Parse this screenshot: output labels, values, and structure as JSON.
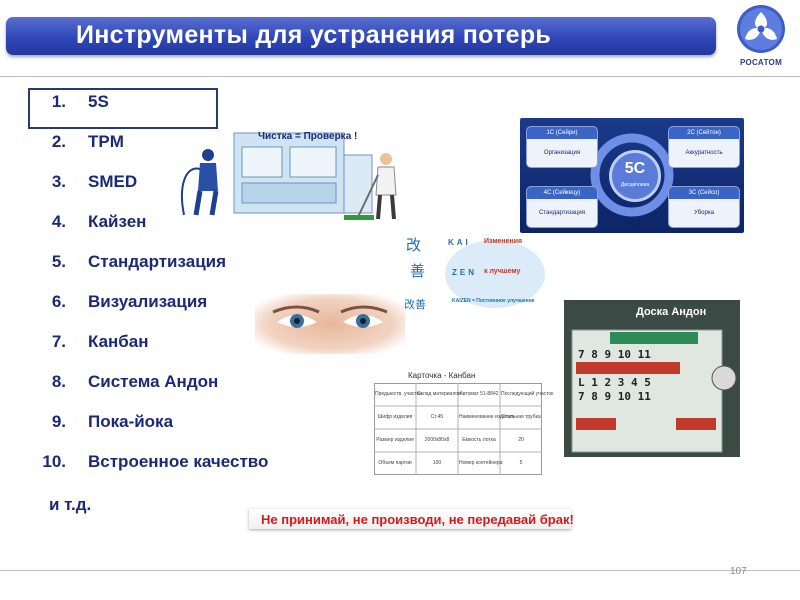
{
  "header": {
    "title": "Инструменты для устранения потерь"
  },
  "logo": {
    "text": "РОСАТОМ"
  },
  "tools": [
    {
      "num": "1.",
      "label": "5S"
    },
    {
      "num": "2.",
      "label": "TPM"
    },
    {
      "num": "3.",
      "label": "SMED"
    },
    {
      "num": "4.",
      "label": "Кайзен"
    },
    {
      "num": "5.",
      "label": "Стандартизация"
    },
    {
      "num": "6.",
      "label": "Визуализация"
    },
    {
      "num": "7.",
      "label": "Канбан"
    },
    {
      "num": "8.",
      "label": "Система Андон"
    },
    {
      "num": "9.",
      "label": "Пока-йока"
    },
    {
      "num": "10.",
      "label": "Встроенное качество"
    }
  ],
  "etc": "и т.д.",
  "cleaning_banner": "Чистка = Проверка !",
  "five_s": {
    "center": "5С",
    "center_sub": "Дисциплина",
    "boxes": [
      {
        "head": "1С (Сейри)",
        "body": "Организация"
      },
      {
        "head": "2С (Сейтон)",
        "body": "Аккуратность"
      },
      {
        "head": "4С (Сейкецу)",
        "body": "Стандартизация"
      },
      {
        "head": "3С (Сейсо)",
        "body": "Уборка"
      }
    ]
  },
  "kaizen": {
    "kai": "KAI",
    "zen": "ZEN",
    "kai_note": "Изменения",
    "zen_note": "к лучшему",
    "bottom": "KAIZEN = Постоянное улучшение"
  },
  "andon": {
    "label": "Доска Андон"
  },
  "kanban_card": {
    "caption": "Карточка - Канбан",
    "rows": [
      [
        "Предшеств. участок",
        "Склад материалов",
        "Автомат 51-8842",
        "Последующий участок"
      ],
      [
        "Шифр изделия",
        "Ст.45",
        "Наименование изделия",
        "Стальная трубка"
      ],
      [
        "Размер изделия",
        "2000х80х8",
        "Емкость лотка",
        "20"
      ],
      [
        "Объем партии",
        "100",
        "Номер контейнера",
        "5"
      ]
    ]
  },
  "slogan": "Не принимай, не производи, не передавай брак!",
  "page_number": "107",
  "colors": {
    "banner": "#2f46b8",
    "list_text": "#1a2a78",
    "slogan": "#d7191c"
  }
}
